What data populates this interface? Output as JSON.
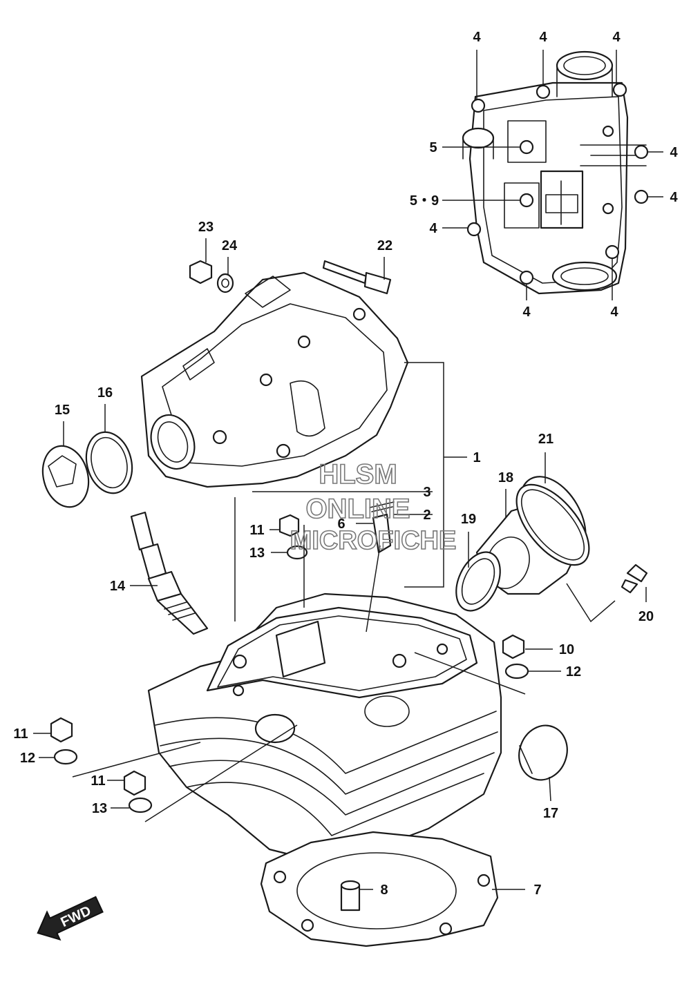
{
  "callouts": [
    {
      "id": "c4a",
      "text": "4"
    },
    {
      "id": "c4b",
      "text": "4"
    },
    {
      "id": "c4c",
      "text": "4"
    },
    {
      "id": "c4d",
      "text": "4"
    },
    {
      "id": "c4e",
      "text": "4"
    },
    {
      "id": "c4f",
      "text": "4"
    },
    {
      "id": "c4g",
      "text": "4"
    },
    {
      "id": "c4h",
      "text": "4"
    },
    {
      "id": "c5",
      "text": "5"
    },
    {
      "id": "c59",
      "text": "5・9"
    },
    {
      "id": "c23",
      "text": "23"
    },
    {
      "id": "c24",
      "text": "24"
    },
    {
      "id": "c22",
      "text": "22"
    },
    {
      "id": "c15",
      "text": "15"
    },
    {
      "id": "c16",
      "text": "16"
    },
    {
      "id": "c1",
      "text": "1"
    },
    {
      "id": "c3",
      "text": "3"
    },
    {
      "id": "c2",
      "text": "2"
    },
    {
      "id": "c21",
      "text": "21"
    },
    {
      "id": "c18",
      "text": "18"
    },
    {
      "id": "c19",
      "text": "19"
    },
    {
      "id": "c6",
      "text": "6"
    },
    {
      "id": "c11a",
      "text": "11"
    },
    {
      "id": "c13a",
      "text": "13"
    },
    {
      "id": "c14",
      "text": "14"
    },
    {
      "id": "c20",
      "text": "20"
    },
    {
      "id": "c10",
      "text": "10"
    },
    {
      "id": "c12a",
      "text": "12"
    },
    {
      "id": "c11b",
      "text": "11"
    },
    {
      "id": "c12b",
      "text": "12"
    },
    {
      "id": "c11c",
      "text": "11"
    },
    {
      "id": "c13b",
      "text": "13"
    },
    {
      "id": "c17",
      "text": "17"
    },
    {
      "id": "c8",
      "text": "8"
    },
    {
      "id": "c7",
      "text": "7"
    }
  ],
  "watermark": {
    "line1": "HLSM",
    "line2": "ONLINE",
    "line3": "MICROFICHE"
  },
  "direction_badge": {
    "text": "FWD"
  }
}
